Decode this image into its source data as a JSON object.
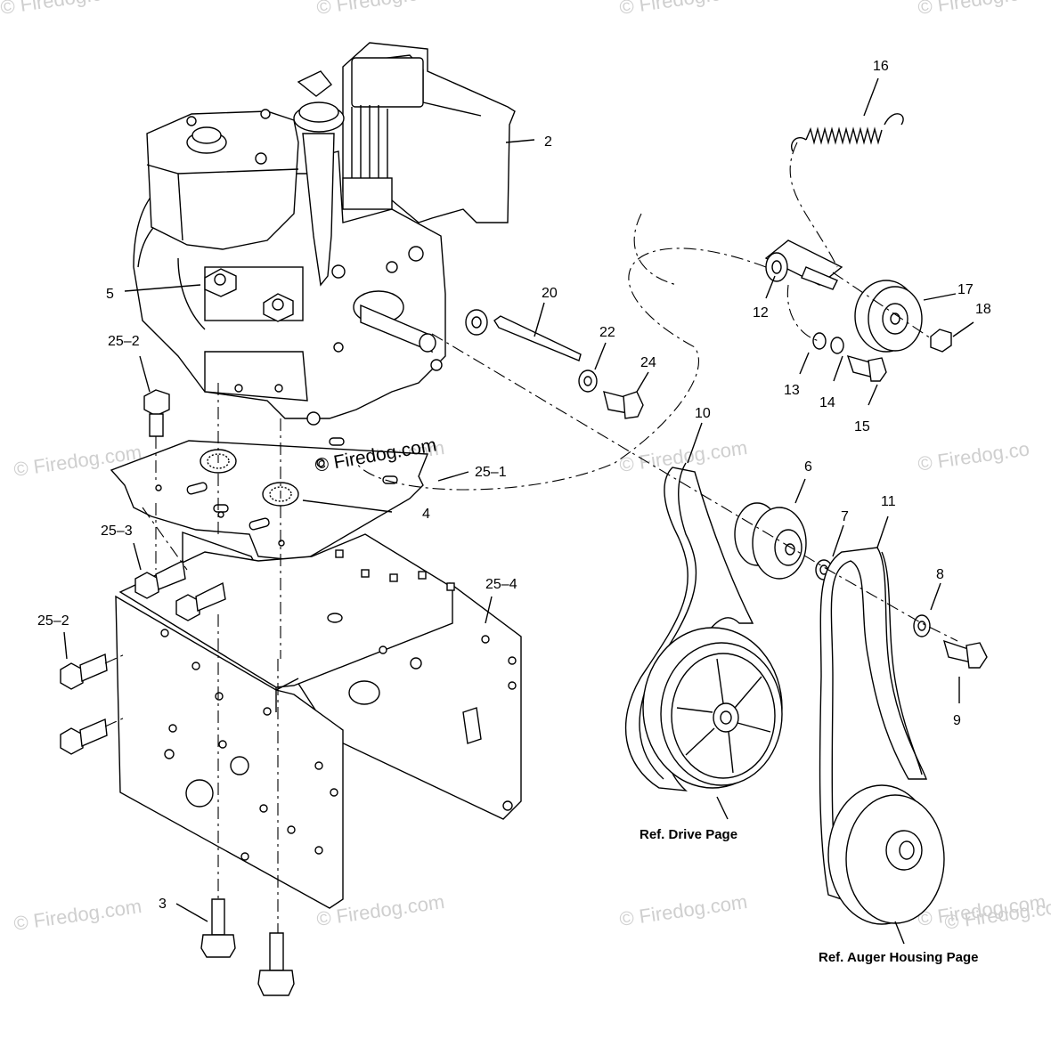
{
  "watermarks": [
    "© Firedog.com",
    "© Firedog.com",
    "© Firedog.com",
    "© Firedog.com",
    "© Firedog.com",
    "© Firedog.com",
    "© Firedog.com",
    "© Firedog.com",
    "© Firedog.com",
    "© Firedog.com",
    "© Firedog.com",
    "© Firedog.co",
    "© Firedog.co"
  ],
  "center_watermark": "© Firedog.com",
  "callouts": {
    "c2": "2",
    "c3": "3",
    "c4": "4",
    "c5": "5",
    "c6": "6",
    "c7": "7",
    "c8": "8",
    "c9": "9",
    "c10": "10",
    "c11": "11",
    "c12": "12",
    "c13": "13",
    "c14": "14",
    "c15": "15",
    "c16": "16",
    "c17": "17",
    "c18": "18",
    "c20": "20",
    "c22": "22",
    "c24": "24",
    "c25_1": "25–1",
    "c25_2a": "25–2",
    "c25_2b": "25–2",
    "c25_3": "25–3",
    "c25_4": "25–4"
  },
  "references": {
    "drive": "Ref. Drive Page",
    "auger": "Ref. Auger Housing Page"
  }
}
